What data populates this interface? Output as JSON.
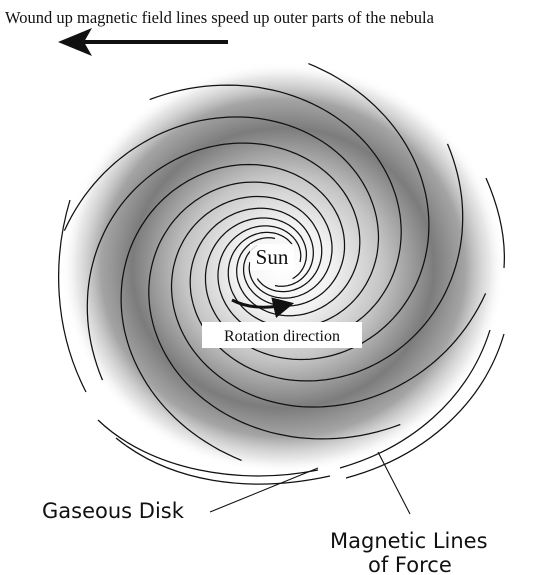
{
  "labels": {
    "top_caption": "Wound up magnetic field lines speed up outer parts of the nebula",
    "center": "Sun",
    "rotation": "Rotation direction",
    "gaseous_disk": "Gaseous Disk",
    "magnetic_lines_1": "Magnetic Lines",
    "magnetic_lines_2": "of Force"
  },
  "colors": {
    "ink": "#111111",
    "disk_shading": "#4a4a4a",
    "background": "#ffffff"
  },
  "spiral": {
    "arm_count": 8,
    "direction": "clockwise"
  }
}
